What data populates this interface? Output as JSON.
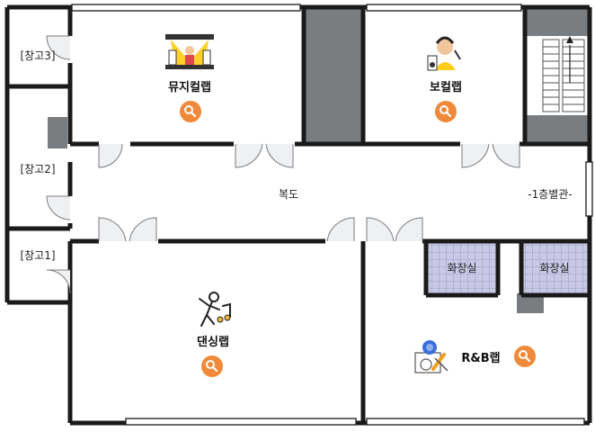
{
  "rooms": {
    "storage3": "[창고3]",
    "storage2": "[창고2]",
    "storage1": "[창고1]",
    "musical_lab": "뮤지컬랩",
    "vocal_lab": "보컬랩",
    "corridor": "복도",
    "floor_annex": "-1층별관-",
    "restroom_left": "화장실",
    "restroom_right": "화장실",
    "dancing_lab": "댄싱랩",
    "rnb_lab": "R&B랩"
  },
  "colors": {
    "wall": "#1a1a1a",
    "pillar": "#7a7d80",
    "search_button": "#f08a3a",
    "restroom_tile": "#c9c9e6",
    "window": "#cfd3d6"
  },
  "icons": {
    "musical_lab": "stage-spotlight-icon",
    "vocal_lab": "singer-headphones-icon",
    "dancing_lab": "dancer-music-note-icon",
    "rnb_lab": "microphone-radio-icon",
    "search": "magnifier-icon",
    "stairs": "stairs-up-icon"
  }
}
